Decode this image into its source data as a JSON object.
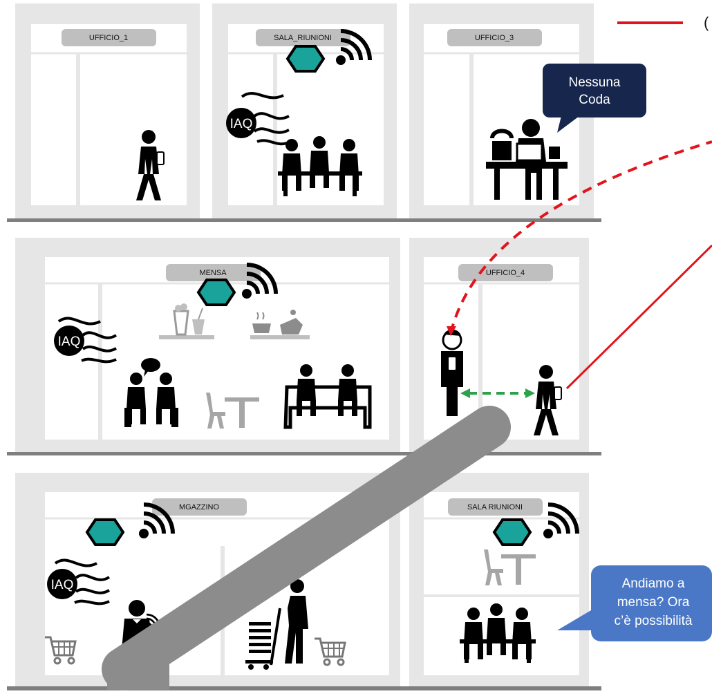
{
  "rooms": {
    "ufficio_1": "UFFICIO_1",
    "sala_riunioni_top": "SALA_RIUNIONI",
    "ufficio_3": "UFFICIO_3",
    "mensa": "MENSA",
    "ufficio_4": "UFFICIO_4",
    "magazzino": "MGAZZINO",
    "sala_riunioni_bottom": "SALA RIUNIONI"
  },
  "iaq_label": "IAQ",
  "bubbles": {
    "no_queue_line1": "Nessuna",
    "no_queue_line2": "Coda",
    "lunch_line1": "Andiamo a",
    "lunch_line2": "mensa? Ora",
    "lunch_line3": "c’è possibilità"
  },
  "legend": {
    "partial_text": "("
  },
  "colors": {
    "wall": "#e6e6e6",
    "floor_line": "#7f7f7f",
    "label_bg": "#bfbfbf",
    "sensor": "#1aa39a",
    "bubble_dark": "#17264d",
    "bubble_blue": "#4a78c6",
    "connection_red": "#e3131b",
    "distance_green": "#2ca24a",
    "escalator": "#8c8c8c"
  },
  "icons": [
    "person-with-phone-icon",
    "sensor-hexagon-icon",
    "wifi-signal-icon",
    "iaq-airflow-icon",
    "meeting-table-icon",
    "receptionist-icon",
    "popcorn-drinks-icon",
    "coffee-icon",
    "cafe-table-icon",
    "cart-icon",
    "waiter-icon",
    "worker-hand-truck-icon"
  ]
}
